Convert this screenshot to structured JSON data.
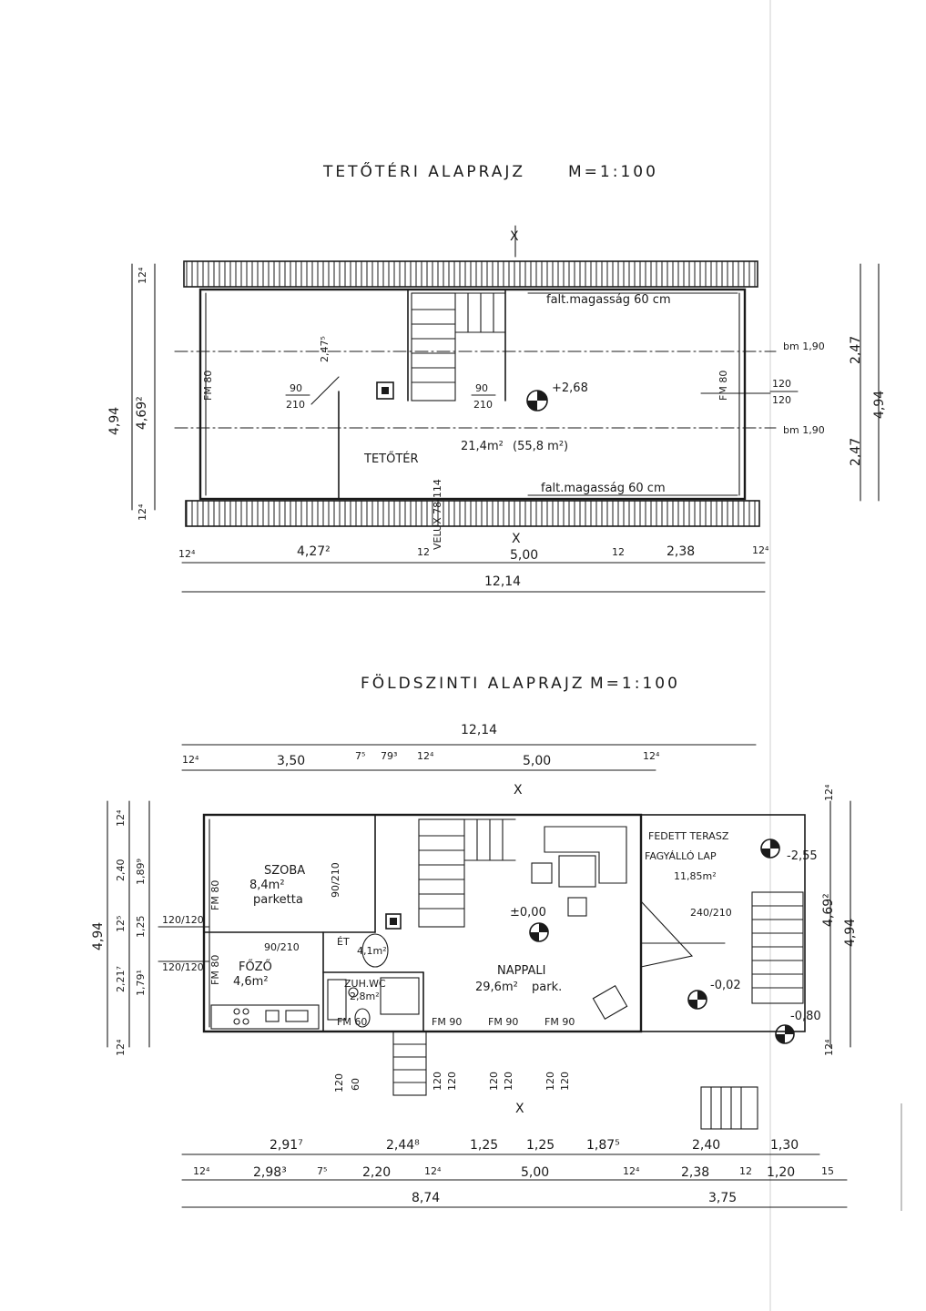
{
  "top_plan": {
    "title": "TETŐTÉRI ALAPRAJZ",
    "scale": "M=1:100",
    "room_label": "TETŐTÉR",
    "room_area": "21,4m²",
    "room_area_total": "(55,8 m²)",
    "knee_wall_top": "falt.magasság 60 cm",
    "knee_wall_bottom": "falt.magasság 60 cm",
    "level": "+2,68",
    "velux": "VELUX 78/114",
    "section_mark": "X",
    "window_labels": [
      "90/210",
      "90/210",
      "120/120",
      "FM 80",
      "FM 80"
    ],
    "ridge_labels": [
      "bm 1,90",
      "bm 1,90"
    ],
    "dims_bottom": [
      "12⁴",
      "4,27²",
      "12",
      "5,00",
      "12",
      "2,38",
      "12⁴"
    ],
    "dim_total": "12,14",
    "dims_left": [
      "12⁴",
      "4,69²",
      "4,94",
      "12⁴"
    ],
    "dims_right": [
      "2,47",
      "4,94",
      "2,47"
    ],
    "stair_height": "2,47⁵"
  },
  "bottom_plan": {
    "title": "FÖLDSZINTI ALAPRAJZ",
    "scale": "M=1:100",
    "dim_total_top": "12,14",
    "dims_top": [
      "12⁴",
      "3,50",
      "7⁵",
      "79³",
      "12⁴",
      "5,00",
      "12⁴"
    ],
    "rooms": [
      {
        "name": "SZOBA",
        "area": "8,4m²",
        "floor": "parketta"
      },
      {
        "name": "FŐZŐ",
        "area": "4,6m²"
      },
      {
        "name": "ÉT",
        "area": "4,1m²"
      },
      {
        "name": "ZUH.WC",
        "area": "2,8m²"
      },
      {
        "name": "NAPPALI",
        "area": "29,6m²",
        "floor": "park."
      },
      {
        "name": "FEDETT TERASZ",
        "sub": "FAGYÁLLÓ LAP",
        "area": "11,85m²"
      }
    ],
    "levels": [
      "±0,00",
      "-0,02",
      "-2,55",
      "-0,80"
    ],
    "window_labels": [
      "120/120",
      "120/120",
      "90/210",
      "90/210",
      "240/210",
      "FM 80",
      "FM 80",
      "FM 90",
      "FM 90",
      "FM 90",
      "FM 60"
    ],
    "dims_left": [
      "12⁴",
      "2,40",
      "1,89⁹",
      "4,94",
      "12⁵",
      "1,25",
      "2,21⁷",
      "1,79¹",
      "12⁴"
    ],
    "dims_right": [
      "12⁴",
      "4,69²",
      "4,94",
      "12⁴"
    ],
    "dims_bottom_row1": [
      "2,91⁷",
      "2,44⁸",
      "1,25",
      "1,25",
      "1,87⁵",
      "2,40",
      "1,30"
    ],
    "dims_bottom_row2": [
      "12⁴",
      "2,98³",
      "7⁵",
      "2,20",
      "12⁴",
      "5,00",
      "12⁴",
      "2,38",
      "12",
      "1,20",
      "15"
    ],
    "dims_bottom_row3": [
      "8,74",
      "3,75"
    ],
    "sill_labels": [
      "120",
      "60",
      "120",
      "120",
      "120",
      "120",
      "120",
      "120"
    ],
    "section_mark": "X"
  }
}
